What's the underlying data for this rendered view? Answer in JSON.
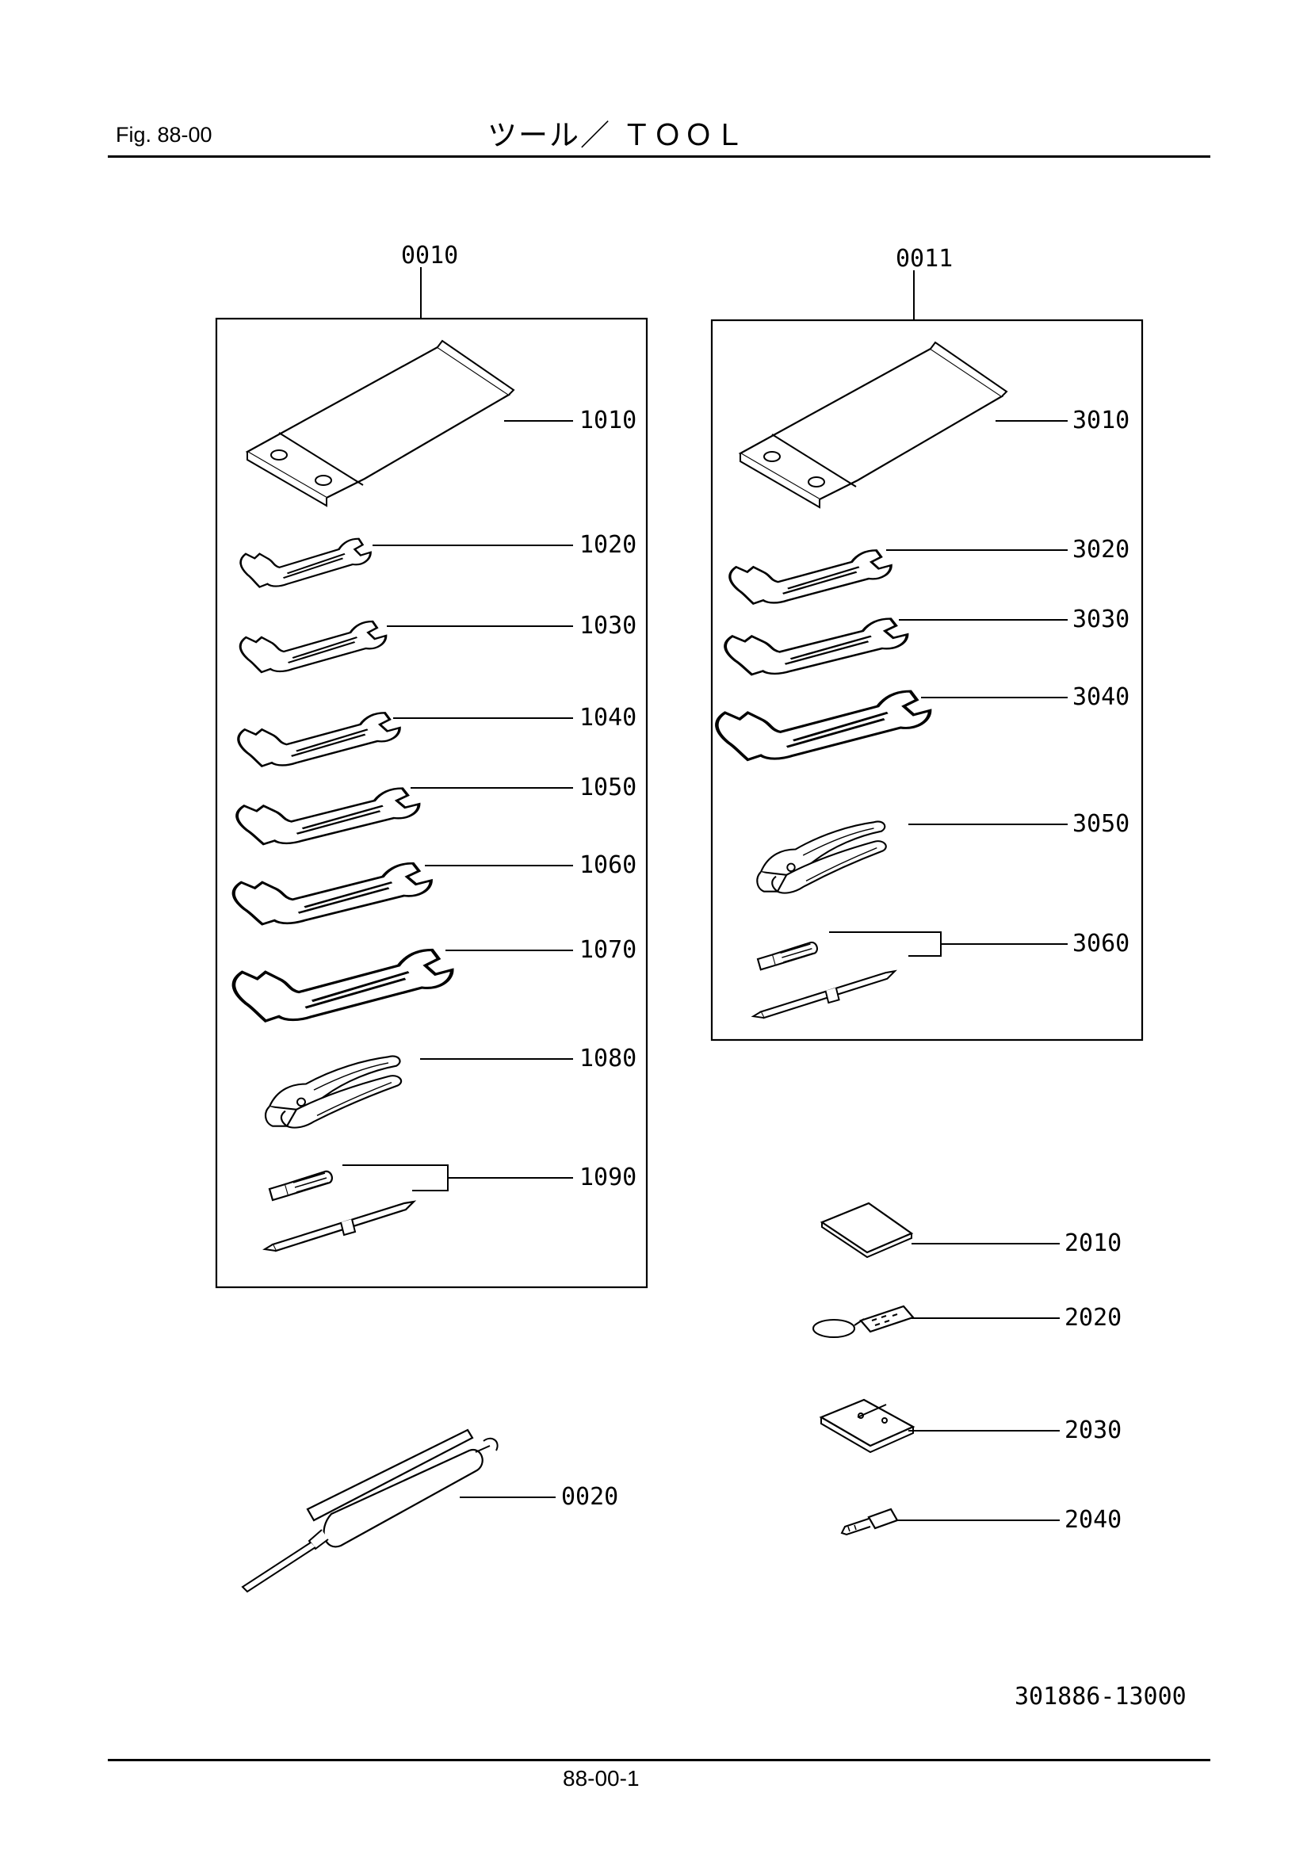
{
  "header": {
    "figure_label": "Fig.  88-00",
    "title": "ツール／ ＴＯＯＬ"
  },
  "kits": [
    {
      "code": "0010"
    },
    {
      "code": "0011"
    }
  ],
  "callouts": {
    "c1010": "1010",
    "c1020": "1020",
    "c1030": "1030",
    "c1040": "1040",
    "c1050": "1050",
    "c1060": "1060",
    "c1070": "1070",
    "c1080": "1080",
    "c1090": "1090",
    "c3010": "3010",
    "c3020": "3020",
    "c3030": "3030",
    "c3040": "3040",
    "c3050": "3050",
    "c3060": "3060",
    "c2010": "2010",
    "c2020": "2020",
    "c2030": "2030",
    "c2040": "2040",
    "c0020": "0020"
  },
  "footer": {
    "document_number": "301886-13000",
    "page_number": "88-00-1"
  }
}
